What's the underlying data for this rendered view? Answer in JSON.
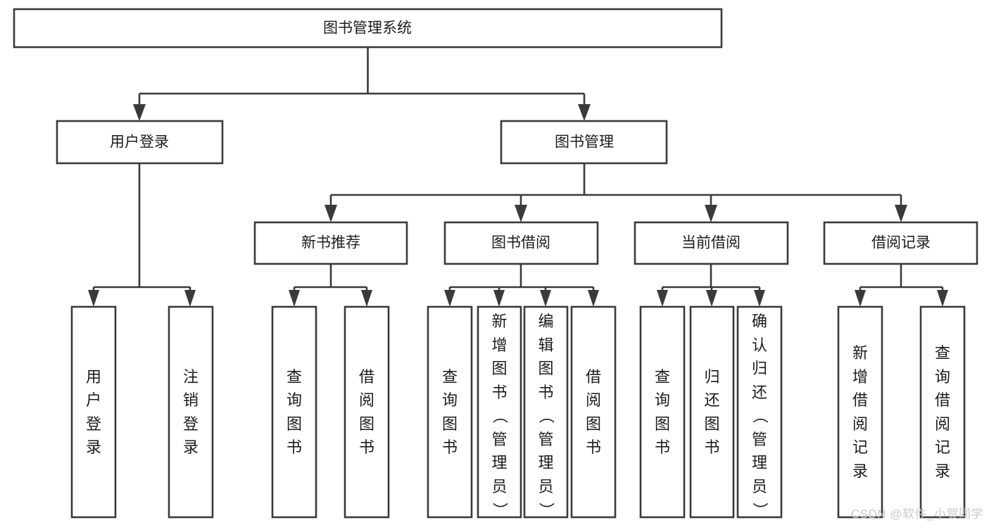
{
  "diagram": {
    "type": "tree",
    "title": "图书管理系统",
    "watermark": "CSDN @软件_小贺同学",
    "colors": {
      "box_stroke": "#3a3a3a",
      "box_fill": "#ffffff",
      "text": "#1c1c1c",
      "background": "#ffffff",
      "watermark": "#c9c9c9"
    },
    "nodes": {
      "root": {
        "label": "图书管理系统"
      },
      "level2": [
        {
          "id": "user-login",
          "label": "用户登录"
        },
        {
          "id": "book-manage",
          "label": "图书管理"
        }
      ],
      "level3": [
        {
          "id": "new-book-recommend",
          "label": "新书推荐"
        },
        {
          "id": "book-borrow",
          "label": "图书借阅"
        },
        {
          "id": "current-borrow",
          "label": "当前借阅"
        },
        {
          "id": "borrow-record",
          "label": "借阅记录"
        }
      ],
      "leaves": {
        "user-login": [
          {
            "id": "leaf-user-login",
            "label": "用户登录"
          },
          {
            "id": "leaf-logout-login",
            "label": "注销登录"
          }
        ],
        "new-book-recommend": [
          {
            "id": "leaf-query-book-1",
            "label": "查询图书"
          },
          {
            "id": "leaf-borrow-book-1",
            "label": "借阅图书"
          }
        ],
        "book-borrow": [
          {
            "id": "leaf-query-book-2",
            "label": "查询图书"
          },
          {
            "id": "leaf-add-book-admin",
            "label": "新增图书（管理员）"
          },
          {
            "id": "leaf-edit-book-admin",
            "label": "编辑图书（管理员）"
          },
          {
            "id": "leaf-borrow-book-2",
            "label": "借阅图书"
          }
        ],
        "current-borrow": [
          {
            "id": "leaf-query-book-3",
            "label": "查询图书"
          },
          {
            "id": "leaf-return-book",
            "label": "归还图书"
          },
          {
            "id": "leaf-confirm-return-admin",
            "label": "确认归还（管理员）"
          }
        ],
        "borrow-record": [
          {
            "id": "leaf-add-borrow-record",
            "label": "新增借阅记录"
          },
          {
            "id": "leaf-query-borrow-record",
            "label": "查询借阅记录"
          }
        ]
      }
    }
  }
}
